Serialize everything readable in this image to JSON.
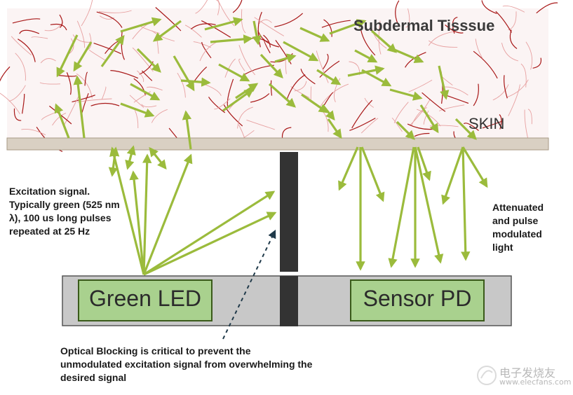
{
  "labels": {
    "tissue": "Subdermal Tisssue",
    "skin": "SKIN",
    "excitation": "Excitation signal. Typically green (525 nm λ), 100 us long pulses repeated at 25 Hz",
    "attenuated": "Attenuated and pulse modulated light",
    "blocking": "Optical Blocking is critical to prevent the unmodulated excitation signal from overwhelming the desired signal",
    "led": "Green LED",
    "sensor": "Sensor PD"
  },
  "watermark": {
    "text": "电子发烧友",
    "sub": "www.elecfans.com"
  },
  "colors": {
    "arrow": "#9bbb3c",
    "box_fill": "#a9d18e",
    "box_border": "#3a5a1a",
    "board": "#c8c8c8",
    "skin_layer": "#d9d0c3",
    "blocker": "#333333",
    "vessel": "#b11c1c",
    "dashed": "#203a4a"
  }
}
